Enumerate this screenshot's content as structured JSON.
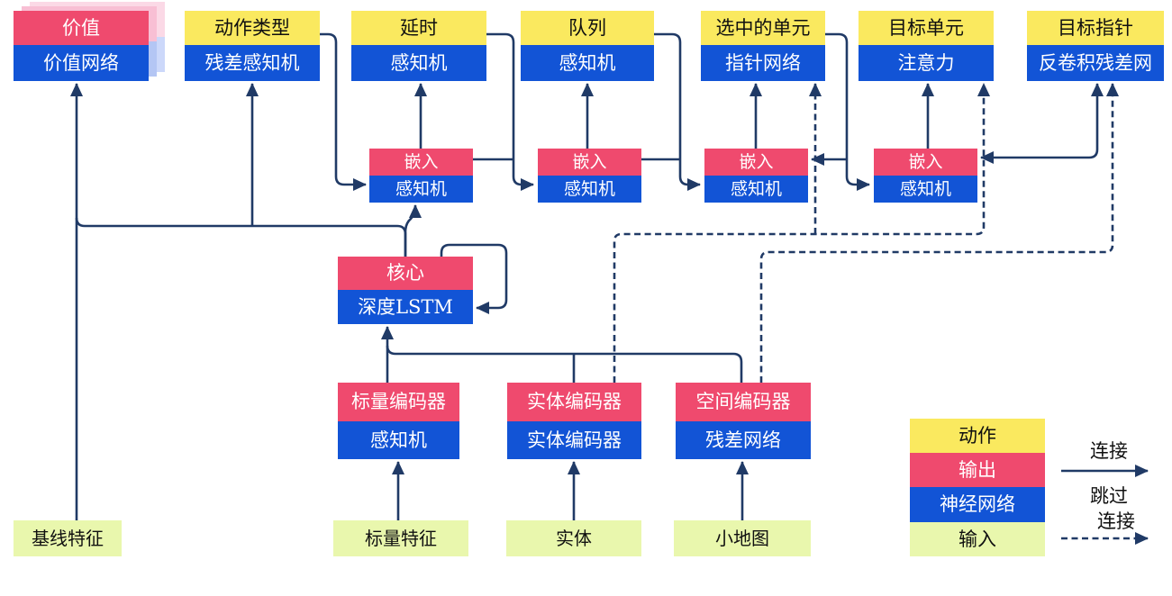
{
  "colors": {
    "action_yellow": "#fae95f",
    "output_red": "#ef4a6e",
    "network_blue": "#1254d6",
    "input_green": "#e9f7ad",
    "connector_navy": "#203a66",
    "value_sheet_pink": "#f8bfd4",
    "value_sheet_blue": "#b4c6f4",
    "background": "#ffffff"
  },
  "nodes": {
    "value": {
      "top": "价值",
      "bottom": "价值网络"
    },
    "action_type": {
      "top": "动作类型",
      "bottom": "残差感知机"
    },
    "delay": {
      "top": "延时",
      "bottom": "感知机"
    },
    "queue": {
      "top": "队列",
      "bottom": "感知机"
    },
    "selected_units": {
      "top": "选中的单元",
      "bottom": "指针网络"
    },
    "target_unit": {
      "top": "目标单元",
      "bottom": "注意力"
    },
    "target_pointer": {
      "top": "目标指针",
      "bottom": "反卷积残差网"
    },
    "embed1": {
      "top": "嵌入",
      "bottom": "感知机"
    },
    "embed2": {
      "top": "嵌入",
      "bottom": "感知机"
    },
    "embed3": {
      "top": "嵌入",
      "bottom": "感知机"
    },
    "embed4": {
      "top": "嵌入",
      "bottom": "感知机"
    },
    "core": {
      "top": "核心",
      "bottom": "深度LSTM"
    },
    "scalar_encoder": {
      "top": "标量编码器",
      "bottom": "感知机"
    },
    "entity_encoder": {
      "top": "实体编码器",
      "bottom": "实体编码器"
    },
    "spatial_encoder": {
      "top": "空间编码器",
      "bottom": "残差网络"
    },
    "baseline_features": {
      "label": "基线特征"
    },
    "scalar_features": {
      "label": "标量特征"
    },
    "entities": {
      "label": "实体"
    },
    "minimap": {
      "label": "小地图"
    }
  },
  "legend": {
    "action": "动作",
    "output": "输出",
    "network": "神经网络",
    "input": "输入",
    "connection": "连接",
    "skip_line1": "跳过",
    "skip_line2": "连接"
  }
}
